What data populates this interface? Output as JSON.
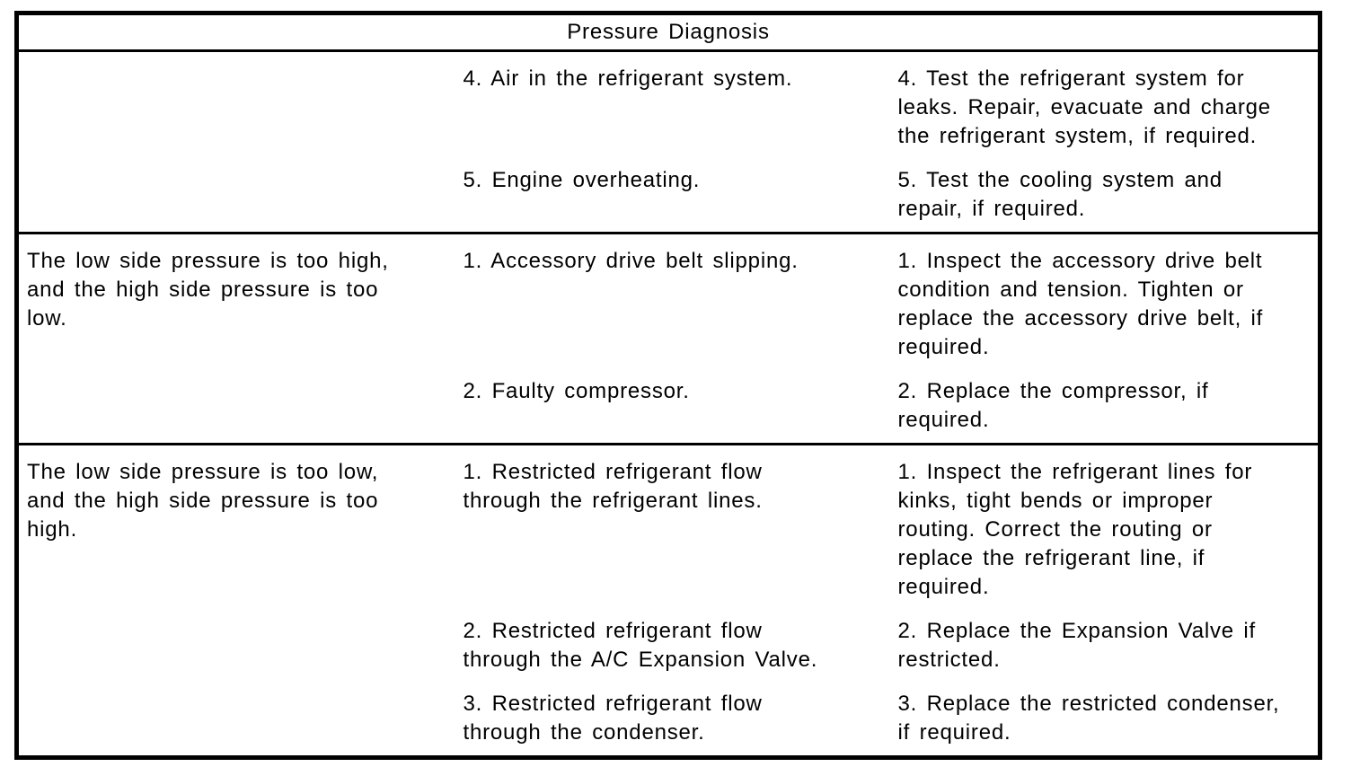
{
  "colors": {
    "background": "#ffffff",
    "text": "#000000",
    "border": "#000000"
  },
  "table": {
    "title": "Pressure Diagnosis",
    "rows": [
      {
        "condition": "",
        "items": [
          {
            "cause": "4. Air in the refrigerant system.",
            "correction": "4. Test the refrigerant system for leaks. Repair, evacuate and charge the refrigerant system, if required."
          },
          {
            "cause": "5. Engine overheating.",
            "correction": "5. Test the cooling system and repair, if required."
          }
        ]
      },
      {
        "condition": "The low side pressure is too high, and the high side pressure is too low.",
        "items": [
          {
            "cause": "1. Accessory drive belt slipping.",
            "correction": "1. Inspect the accessory drive belt condition and tension. Tighten or replace the accessory drive belt, if required."
          },
          {
            "cause": "2. Faulty compressor.",
            "correction": "2. Replace the compressor, if required."
          }
        ]
      },
      {
        "condition": "The low side pressure is too low, and the high side pressure is too high.",
        "items": [
          {
            "cause": "1. Restricted refrigerant flow through the refrigerant lines.",
            "correction": "1. Inspect the refrigerant lines for kinks, tight bends or improper routing. Correct the routing or replace the refrigerant line, if required."
          },
          {
            "cause": "2. Restricted refrigerant flow through the A/C Expansion Valve.",
            "correction": "2. Replace the Expansion Valve if restricted."
          },
          {
            "cause": "3. Restricted refrigerant flow through the condenser.",
            "correction": "3. Replace the restricted condenser, if required."
          }
        ]
      }
    ]
  }
}
